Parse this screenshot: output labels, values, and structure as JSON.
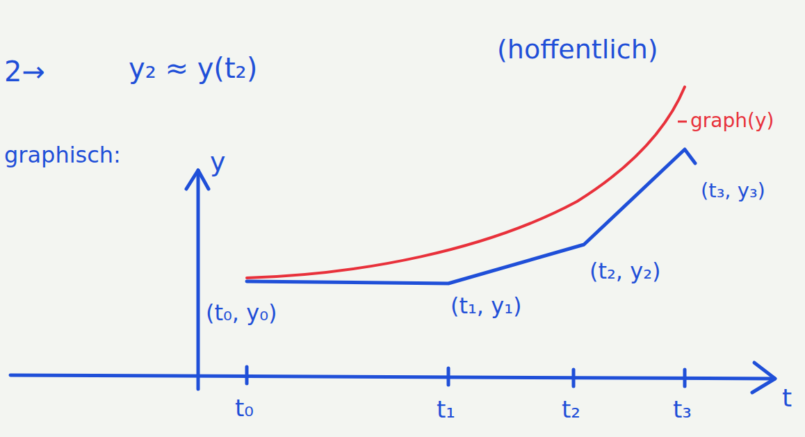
{
  "diagram": {
    "labels": [
      "2→",
      "y₂ ≈ y(t₂)",
      "(hoffentlich)",
      "graph(y)",
      "graphisch:",
      "y",
      "(t₀, y₀)",
      "(t₁, y₁)",
      "(t₂, y₂)",
      "(t₃, y₃)",
      "t₀",
      "t₁",
      "t₂",
      "t₃",
      "t"
    ]
  }
}
